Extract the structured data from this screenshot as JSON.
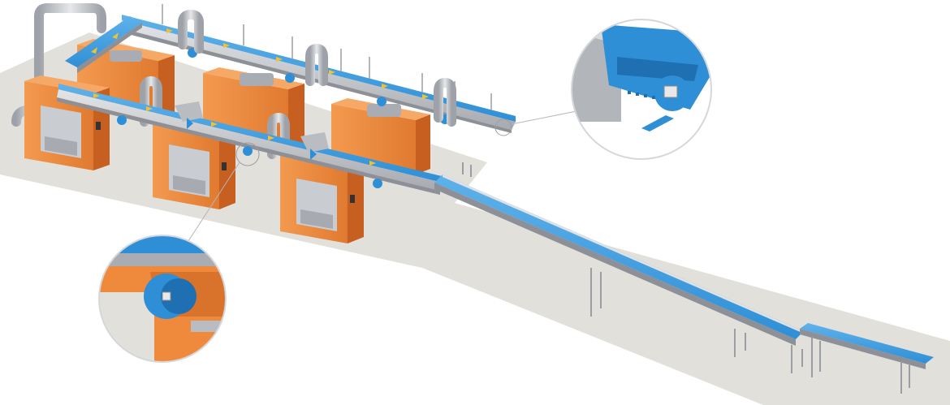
{
  "scene": {
    "palette": {
      "floor": "#e2e0da",
      "machine_orange": "#ef8a3c",
      "machine_orange_dark": "#d9722a",
      "machine_shadow": "#c65f20",
      "belt_blue": "#2f8fd6",
      "belt_blue_dark": "#1f6fb3",
      "belt_blue_light": "#5fb2ea",
      "steel": "#b9bcc1",
      "steel_dark": "#8d9096",
      "steel_light": "#dfe1e4",
      "arrow_yellow": "#f2c22e",
      "callout_ring": "#d5d7da"
    },
    "machine_count": 6,
    "callouts": [
      {
        "name": "belt-end-roller-detail"
      },
      {
        "name": "side-roller-detail"
      }
    ]
  }
}
